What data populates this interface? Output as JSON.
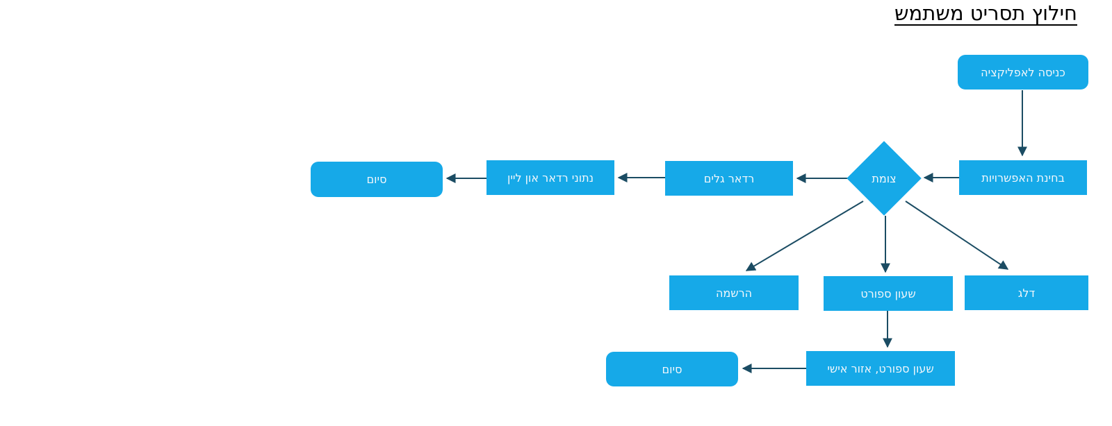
{
  "title": "חילוץ תסריט משתמש",
  "colors": {
    "node_fill": "#16a9e8",
    "node_text": "#f2f7fb",
    "connector": "#1b4c63",
    "title_text": "#000000",
    "background": "#ffffff"
  },
  "nodes": {
    "entry": {
      "label": "כניסה לאפליקציה",
      "shape": "rounded-terminator"
    },
    "options": {
      "label": "בחינת האפשרויות",
      "shape": "rectangle"
    },
    "junction": {
      "label": "צומת",
      "shape": "diamond"
    },
    "radar": {
      "label": "רדאר גלים",
      "shape": "rectangle"
    },
    "radar_data": {
      "label": "נתוני רדאר און ליין",
      "shape": "rectangle"
    },
    "end_left": {
      "label": "סיום",
      "shape": "rounded-terminator"
    },
    "signup": {
      "label": "הרשמה",
      "shape": "rectangle"
    },
    "sport_watch": {
      "label": "שעון ספורט",
      "shape": "rectangle"
    },
    "skip": {
      "label": "דלג",
      "shape": "rectangle"
    },
    "sport_personal": {
      "label": "שעון ספורט, אזור אישי",
      "shape": "rectangle"
    },
    "end_bottom": {
      "label": "סיום",
      "shape": "rounded-terminator"
    }
  },
  "edges": [
    {
      "from": "entry",
      "to": "options"
    },
    {
      "from": "options",
      "to": "junction"
    },
    {
      "from": "junction",
      "to": "radar"
    },
    {
      "from": "radar",
      "to": "radar_data"
    },
    {
      "from": "radar_data",
      "to": "end_left"
    },
    {
      "from": "junction",
      "to": "signup"
    },
    {
      "from": "junction",
      "to": "sport_watch"
    },
    {
      "from": "junction",
      "to": "skip"
    },
    {
      "from": "sport_watch",
      "to": "sport_personal"
    },
    {
      "from": "sport_personal",
      "to": "end_bottom"
    }
  ]
}
